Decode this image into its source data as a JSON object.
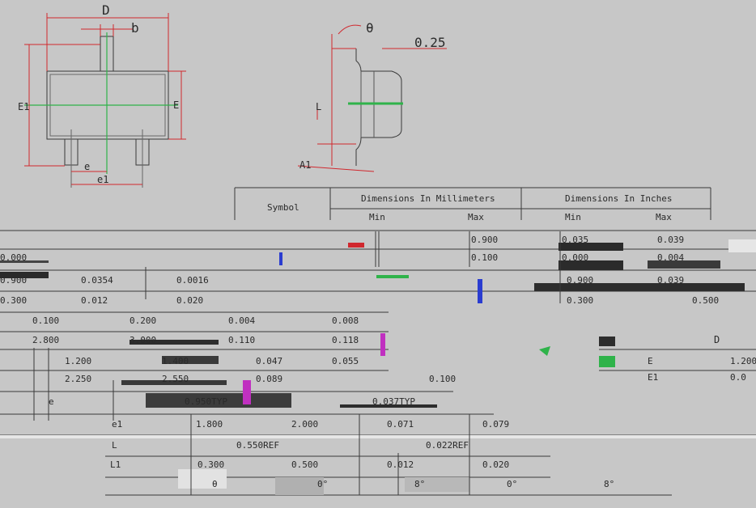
{
  "drawing": {
    "colors": {
      "dimension": "#d0282e",
      "centerline": "#2fb34a",
      "outline": "#3a3a3a",
      "background": "#c7c7c7",
      "glitch_blue": "#2a3cd0",
      "glitch_magenta": "#c030c0"
    },
    "front_view": {
      "label_D": "D",
      "label_b": "b",
      "label_E1": "E1",
      "label_E": "E",
      "label_e": "e",
      "label_e1": "e1"
    },
    "side_view": {
      "label_theta": "θ",
      "label_gauge": "0.25",
      "label_L": "L",
      "label_A1": "A1"
    }
  },
  "table": {
    "header_symbol": "Symbol",
    "header_mm": "Dimensions In Millimeters",
    "header_in": "Dimensions In Inches",
    "sub_min_mm": "Min",
    "sub_max_mm": "Max",
    "sub_min_in": "Min",
    "sub_max_in": "Max"
  },
  "rows": {
    "r1": {
      "mm_min": "0.900",
      "in_min": "0.035",
      "in_max": "0.039"
    },
    "r2": {
      "left": "0.000",
      "mm_max": "0.100",
      "in_min": "0.000",
      "in_max": "0.004"
    },
    "r3": {
      "left": "0.900",
      "mm_min": "0.0354",
      "mm_max": "0.0016",
      "in_min": "0.900",
      "in_max": "0.039"
    },
    "r4": {
      "left": "0.300",
      "mm_min": "0.012",
      "mm_max": "0.020",
      "in_min": "0.300",
      "in_max": "0.500"
    },
    "r5": {
      "c1": "0.100",
      "c2": "0.200",
      "c3": "0.004",
      "c4": "0.008"
    },
    "r6": {
      "c1": "2.800",
      "c2": "3.000",
      "c3": "0.110",
      "c4": "0.118",
      "sym": "D"
    },
    "r7": {
      "c1": "1.200",
      "c2": "1.400",
      "c3": "0.047",
      "c4": "0.055",
      "sym": "E",
      "val": "1.200"
    },
    "r8": {
      "c1": "2.250",
      "c2": "2.550",
      "c3": "0.089",
      "c4": "0.100",
      "sym": "E1",
      "val": "0.0"
    },
    "r9": {
      "mm": "0.950TYP",
      "in": "0.037TYP",
      "sym": "e"
    },
    "r10": {
      "sym": "e1",
      "mm_min": "1.800",
      "mm_max": "2.000",
      "in_min": "0.071",
      "in_max": "0.079"
    },
    "r11": {
      "sym": "L",
      "mm": "0.550REF",
      "in": "0.022REF"
    },
    "r12": {
      "sym": "L1",
      "mm_min": "0.300",
      "mm_max": "0.500",
      "in_min": "0.012",
      "in_max": "0.020"
    },
    "r13": {
      "sym": "θ",
      "mm_min": "0°",
      "mm_max": "8°",
      "in_min": "0°",
      "in_max": "8°"
    }
  }
}
